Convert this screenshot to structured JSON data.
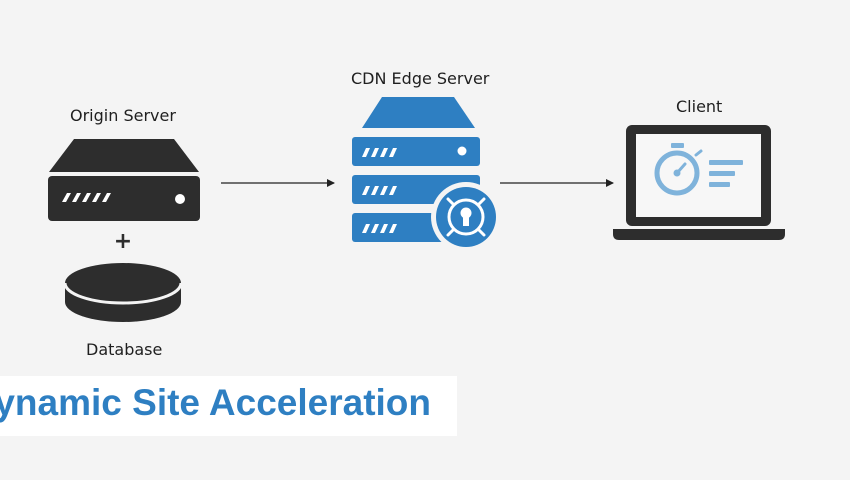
{
  "nodes": {
    "origin": {
      "label": "Origin Server"
    },
    "plus": {
      "symbol": "+"
    },
    "database": {
      "label": "Database"
    },
    "cdn": {
      "label": "CDN Edge Server"
    },
    "client": {
      "label": "Client"
    }
  },
  "banner": {
    "title": "ynamic Site Acceleration"
  },
  "colors": {
    "background": "#f4f4f4",
    "dark": "#2d2d2d",
    "accent": "#2e7fc2",
    "light_accent": "#7fb3db",
    "white": "#ffffff"
  }
}
